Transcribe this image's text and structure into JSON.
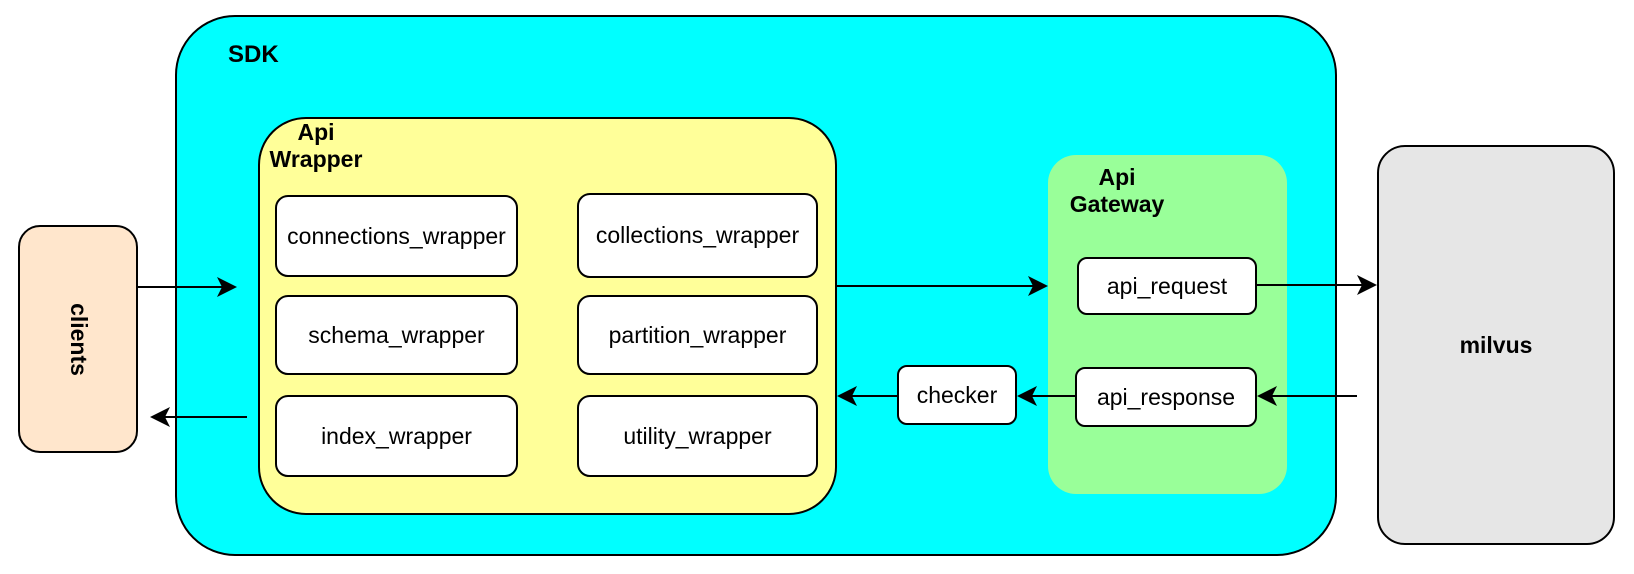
{
  "diagram": {
    "nodes": {
      "clients": {
        "label": "clients",
        "color": "#FFE6CC"
      },
      "sdk": {
        "label": "SDK",
        "color": "#00FFFF"
      },
      "api_wrapper": {
        "label": "Api\nWrapper",
        "color": "#FFFF99"
      },
      "wrapper_modules": [
        {
          "label": "connections_wrapper"
        },
        {
          "label": "collections_wrapper"
        },
        {
          "label": "schema_wrapper"
        },
        {
          "label": "partition_wrapper"
        },
        {
          "label": "index_wrapper"
        },
        {
          "label": "utility_wrapper"
        }
      ],
      "api_gateway": {
        "label": "Api\nGateway",
        "color": "#99FF99"
      },
      "api_request": {
        "label": "api_request",
        "color": "#FFFFFF"
      },
      "api_response": {
        "label": "api_response",
        "color": "#FFFFFF"
      },
      "checker": {
        "label": "checker",
        "color": "#FFFFFF"
      },
      "milvus": {
        "label": "milvus",
        "color": "#E6E6E6"
      }
    },
    "connections": [
      {
        "from": "clients",
        "to": "sdk",
        "direction": "right"
      },
      {
        "from": "api_wrapper",
        "to": "api_gateway",
        "direction": "right"
      },
      {
        "from": "api_request",
        "to": "milvus",
        "direction": "right"
      },
      {
        "from": "milvus",
        "to": "api_response",
        "direction": "left"
      },
      {
        "from": "api_response",
        "to": "checker",
        "direction": "left"
      },
      {
        "from": "checker",
        "to": "api_wrapper",
        "direction": "left"
      },
      {
        "from": "api_wrapper",
        "to": "clients",
        "direction": "left"
      }
    ]
  }
}
